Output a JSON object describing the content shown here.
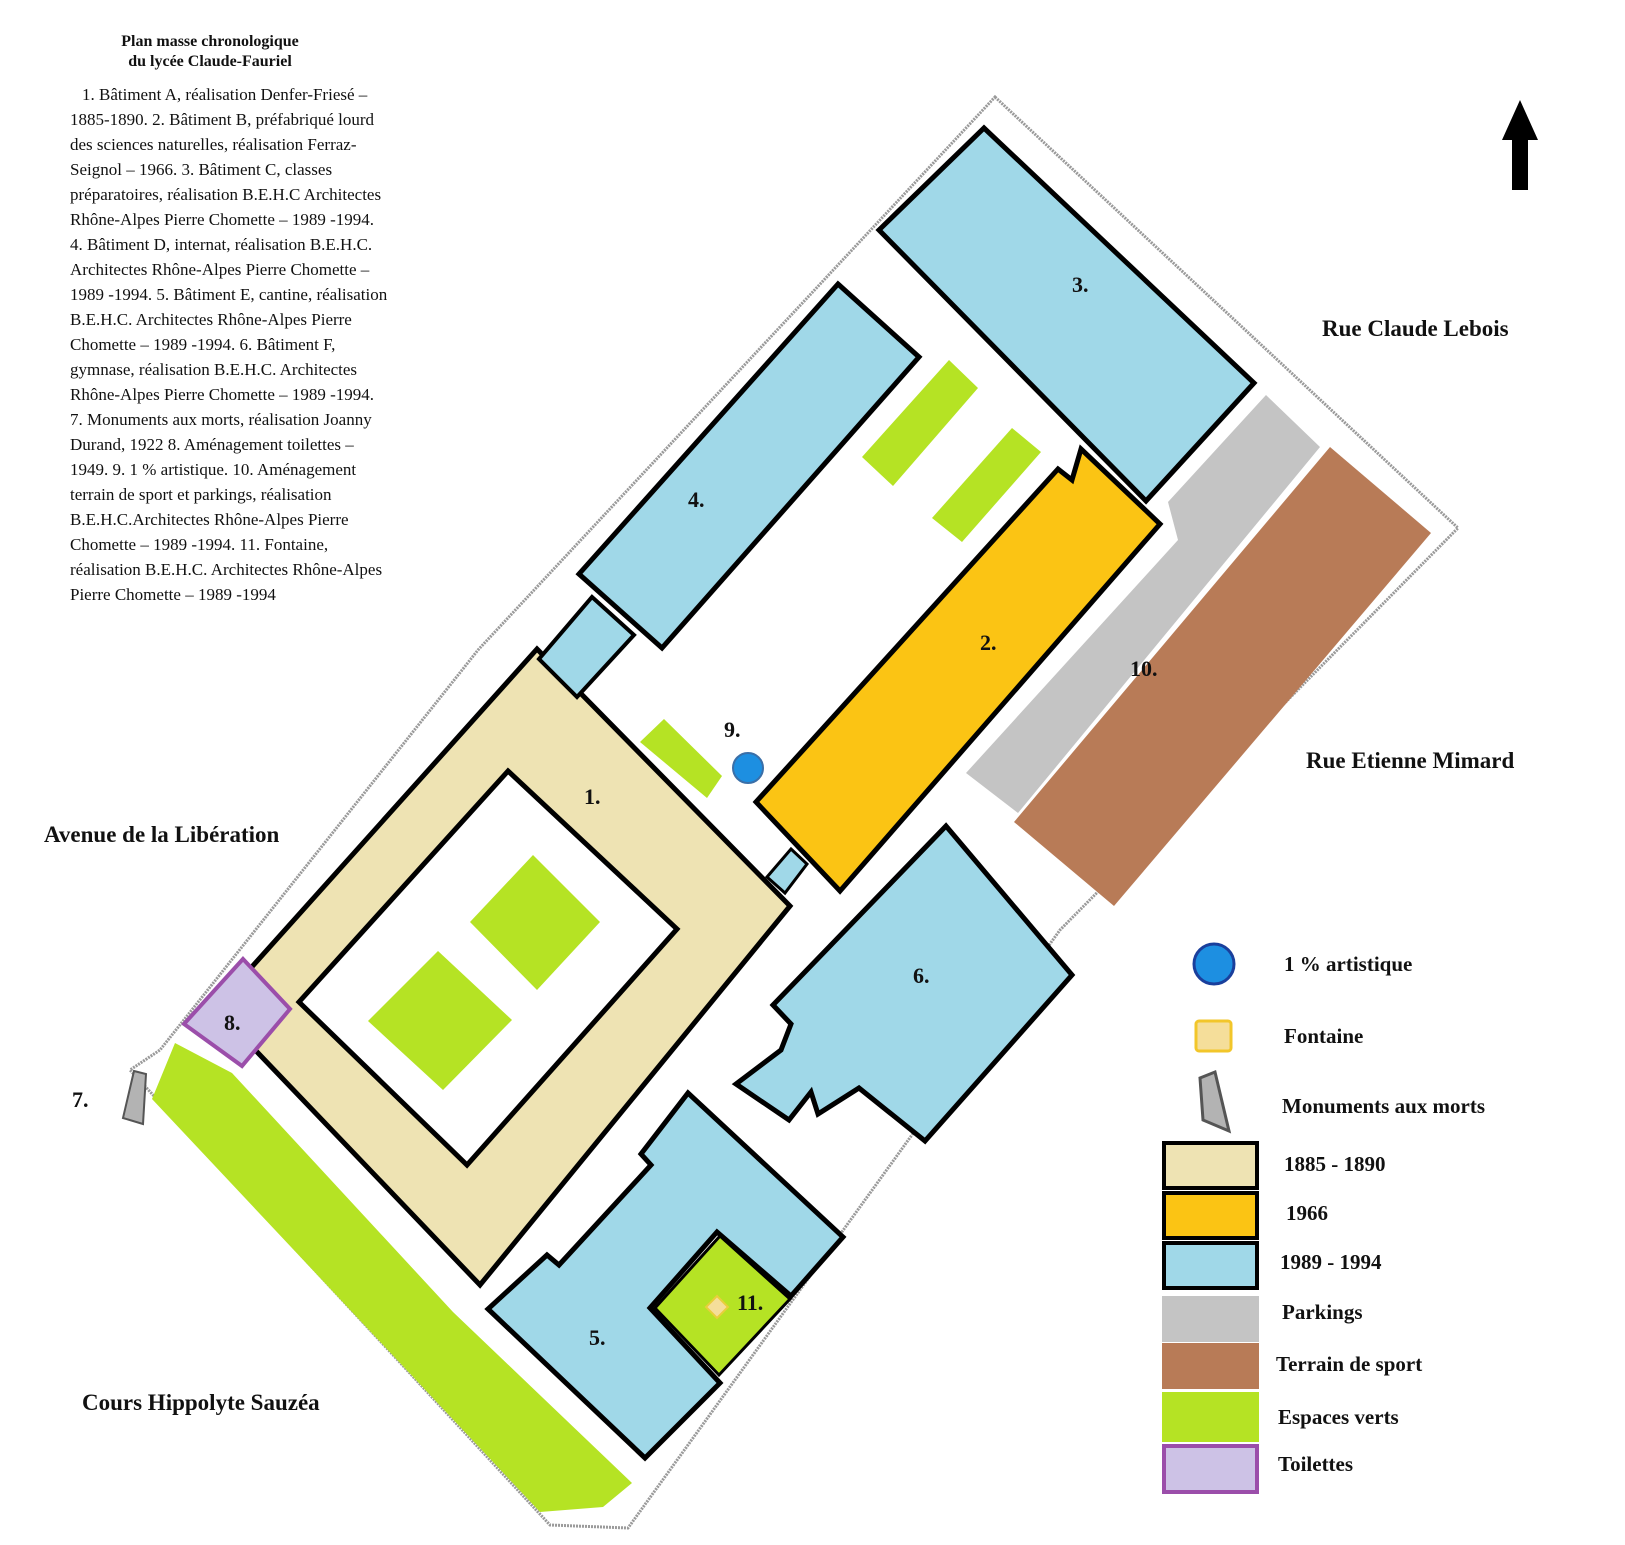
{
  "title": {
    "line1": "Plan masse chronologique",
    "line2": "du lycée Claude-Fauriel"
  },
  "description": "1. Bâtiment A, réalisation Denfer-Friesé – 1885-1890. 2. Bâtiment B, préfabriqué lourd des sciences naturelles, réalisation Ferraz-Seignol – 1966. 3. Bâtiment C, classes préparatoires, réalisation B.E.H.C Architectes Rhône-Alpes Pierre Chomette – 1989 -1994. 4. Bâtiment D, internat, réalisation B.E.H.C. Architectes Rhône-Alpes Pierre Chomette – 1989 -1994. 5. Bâtiment E, cantine, réalisation B.E.H.C. Architectes Rhône-Alpes Pierre Chomette – 1989 -1994.  6. Bâtiment F, gymnase, réalisation B.E.H.C. Architectes Rhône-Alpes Pierre Chomette – 1989 -1994. 7.  Monuments aux morts, réalisation Joanny Durand, 1922  8. Aménagement toilettes – 1949. 9. 1 % artistique. 10. Aménagement terrain de sport et parkings, réalisation B.E.H.C.Architectes Rhône-Alpes Pierre Chomette – 1989 -1994. 11. Fontaine, réalisation B.E.H.C. Architectes Rhône-Alpes Pierre Chomette – 1989 -1994",
  "streets": {
    "claude_lebois": "Rue Claude Lebois",
    "etienne_mimard": "Rue Etienne Mimard",
    "liberation": "Avenue de la Libération",
    "sauzea": "Cours Hippolyte Sauzéa"
  },
  "building_numbers": {
    "b1": "1.",
    "b2": "2.",
    "b3": "3.",
    "b4": "4.",
    "b5": "5.",
    "b6": "6.",
    "b7": "7.",
    "b8": "8.",
    "b9": "9.",
    "b10": "10.",
    "b11": "11."
  },
  "legend": {
    "artistique": "1 % artistique",
    "fontaine": "Fontaine",
    "monuments": "Monuments aux morts",
    "period_1885": "1885 - 1890",
    "period_1966": "1966",
    "period_1989": "1989 - 1994",
    "parkings": "Parkings",
    "terrain": "Terrain de sport",
    "espaces": "Espaces verts",
    "toilettes": "Toilettes"
  },
  "colors": {
    "beige_1885": "#EEE3B3",
    "orange_1966": "#FBC414",
    "blue_1989": "#A0D8E8",
    "parkings_grey": "#C4C4C4",
    "sport_brown": "#B87B57",
    "green_spaces": "#B5E324",
    "toilets_lilac": "#CDC2E6",
    "toilets_border": "#9B4EAA",
    "artistique_blue": "#1D8FE1",
    "fontaine_yellow": "#F5DE9A",
    "monument_grey": "#B3B3B3"
  },
  "icons": {
    "north": "north-arrow-icon"
  }
}
